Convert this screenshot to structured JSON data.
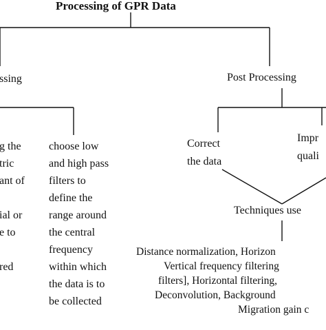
{
  "title": "Processing of GPR Data",
  "pre_processing_label": "ssing",
  "post_processing_label": "Post Processing",
  "left_partial_lines": [
    "g the",
    "tric",
    "ant of",
    "",
    "ial or",
    "e to",
    "",
    "red"
  ],
  "filter_lines": [
    "choose low",
    "and high pass",
    "filters to",
    "define the",
    "range around",
    "the central",
    "frequency",
    "within which",
    "the data is to",
    "be collected"
  ],
  "correct_lines": [
    "Correct",
    "the data"
  ],
  "improve_lines": [
    "Impr",
    "quali"
  ],
  "techniques_label": "Techniques use",
  "technique_lines": [
    "Distance normalization, Horizon",
    "Vertical frequency filtering",
    "filters], Horizontal filtering,",
    "Deconvolution, Background",
    "Migration gain c"
  ]
}
